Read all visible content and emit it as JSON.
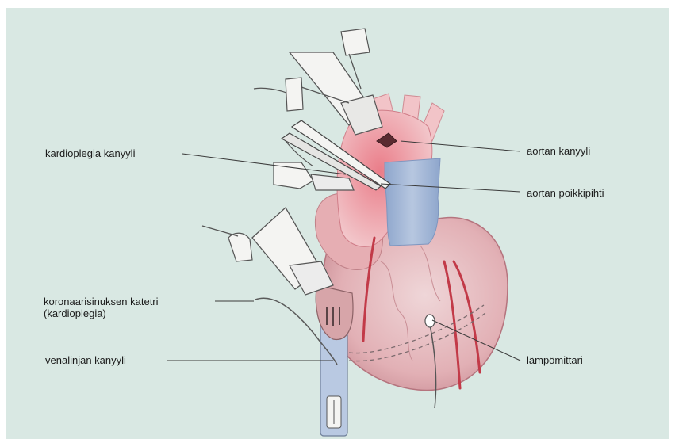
{
  "labels": {
    "kardioplegia_kanyyli": "kardioplegia kanyyli",
    "aortan_kanyyli": "aortan kanyyli",
    "aortan_poikkipihti": "aortan poikkipihti",
    "koronaarisinus_line1": "koronaarisinuksen katetri",
    "koronaarisinus_line2": "(kardioplegia)",
    "venalinjan_kanyyli": "venalinjan kanyyli",
    "lampomittari": "lämpömittari"
  },
  "colors": {
    "background": "#d9e8e3",
    "heart_pink": "#e8b7bb",
    "aorta_red": "#ee8f98",
    "vena_blue": "#9fb3d3",
    "vessel_red": "#c23a48",
    "instrument_white": "#f4f4f2",
    "leader_line": "#3a3a3a"
  }
}
